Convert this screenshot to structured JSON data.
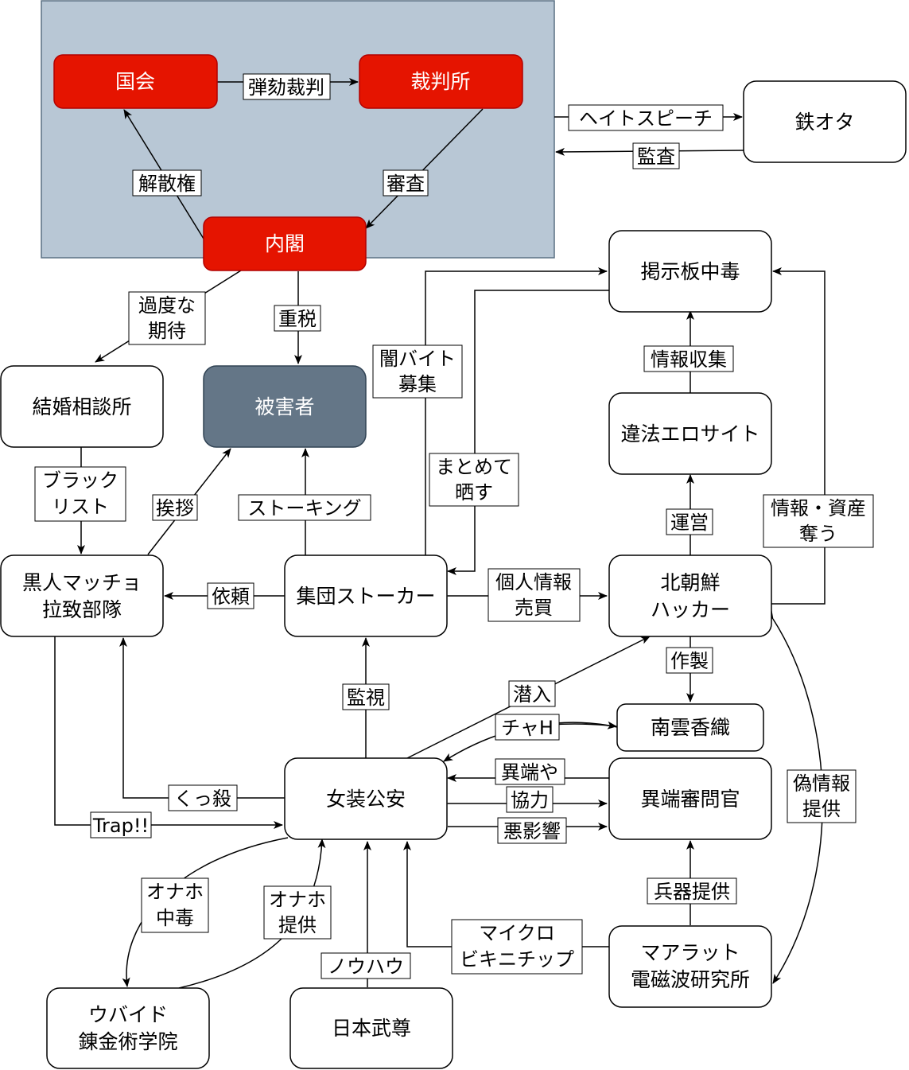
{
  "colors": {
    "region_fill": "#b8c7d5",
    "region_stroke": "#5a7083",
    "red_fill": "#e51400",
    "red_stroke": "#b20000",
    "victim_fill": "#647687",
    "victim_stroke": "#314354",
    "node_fill": "#ffffff",
    "node_stroke": "#000000"
  },
  "nodes": {
    "kokkai": [
      "国会"
    ],
    "saibansho": [
      "裁判所"
    ],
    "naikaku": [
      "内閣"
    ],
    "tetsuota": [
      "鉄オタ"
    ],
    "keijiban": [
      "掲示板中毒"
    ],
    "kekkon": [
      "結婚相談所"
    ],
    "higaisha": [
      "被害者"
    ],
    "ihoero": [
      "違法エロサイト"
    ],
    "kokujin": [
      "黒人マッチョ",
      "拉致部隊"
    ],
    "stalker": [
      "集団ストーカー"
    ],
    "kitachosen": [
      "北朝鮮",
      "ハッカー"
    ],
    "nagumo": [
      "南雲香織"
    ],
    "josou": [
      "女装公安"
    ],
    "itan": [
      "異端審問官"
    ],
    "ubaido": [
      "ウバイド",
      "錬金術学院"
    ],
    "nihonbuson": [
      "日本武尊"
    ],
    "marat": [
      "マアラット",
      "電磁波研究所"
    ]
  },
  "edges": {
    "dangai": [
      "弾劾裁判"
    ],
    "kaisan": [
      "解散権"
    ],
    "shinsa": [
      "審査"
    ],
    "hate": [
      "ヘイトスピーチ"
    ],
    "kansa": [
      "監査"
    ],
    "kado": [
      "過度な",
      "期待"
    ],
    "juzei": [
      "重税"
    ],
    "yami": [
      "闇バイト",
      "募集"
    ],
    "matomete": [
      "まとめて",
      "晒す"
    ],
    "joho_shushu": [
      "情報収集"
    ],
    "blacklist": [
      "ブラック",
      "リスト"
    ],
    "aisatsu": [
      "挨拶"
    ],
    "stalking": [
      "ストーキング"
    ],
    "unei": [
      "運営"
    ],
    "joho_shisan": [
      "情報・資産",
      "奪う"
    ],
    "irai": [
      "依頼"
    ],
    "kojin": [
      "個人情報",
      "売買"
    ],
    "sakusei": [
      "作製"
    ],
    "kanshi": [
      "監視"
    ],
    "sennyu": [
      "潜入"
    ],
    "chaya": [
      "チャH"
    ],
    "itanya": [
      "異端や"
    ],
    "kyoryoku": [
      "協力"
    ],
    "akueikyo": [
      "悪影響"
    ],
    "kussatsu": [
      "くっ殺"
    ],
    "trap": [
      "Trap!!"
    ],
    "nisejoho": [
      "偽情報",
      "提供"
    ],
    "heiki": [
      "兵器提供"
    ],
    "onaho_chudoku": [
      "オナホ",
      "中毒"
    ],
    "onaho_teikyo": [
      "オナホ",
      "提供"
    ],
    "nouhau": [
      "ノウハウ"
    ],
    "bikini": [
      "マイクロ",
      "ビキニチップ"
    ]
  }
}
